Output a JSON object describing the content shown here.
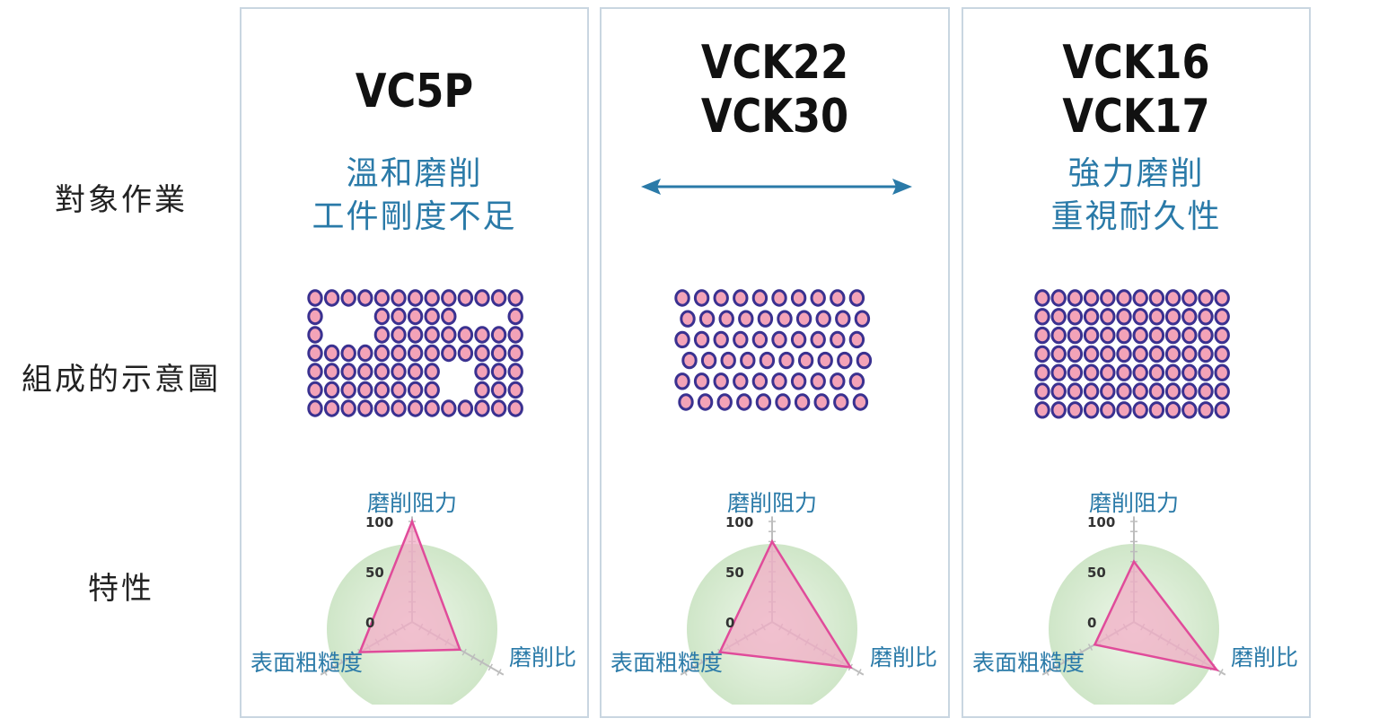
{
  "row_labels": {
    "target": "對象作業",
    "composition": "組成的示意圖",
    "properties": "特性"
  },
  "colors": {
    "usage_text": "#2a7aa8",
    "panel_border": "#c9d6e1",
    "dot_fill": "#f3a3b8",
    "dot_stroke": "#3a3190",
    "radar_bg": "#cfe6c8",
    "radar_fill": "#f2aec6",
    "radar_stroke": "#e04b9a",
    "arrow": "#2a7aa8"
  },
  "radar_axes": {
    "top": "磨削阻力",
    "right": "磨削比",
    "left": "表面粗糙度",
    "ticks": [
      "100",
      "50",
      "0"
    ]
  },
  "panels": [
    {
      "product_lines": [
        "VC5P"
      ],
      "usage_lines": [
        "溫和磨削",
        "工件剛度不足"
      ],
      "porosity": "large-pores",
      "radar_values": {
        "grinding_resistance": 100,
        "grinding_ratio": 55,
        "surface_roughness": 60
      }
    },
    {
      "product_lines": [
        "VCK22",
        "VCK30"
      ],
      "usage_lines": [],
      "arrow": "double-headed-arrow",
      "porosity": "regular-open",
      "radar_values": {
        "grinding_resistance": 80,
        "grinding_ratio": 90,
        "surface_roughness": 60
      }
    },
    {
      "product_lines": [
        "VCK16",
        "VCK17"
      ],
      "usage_lines": [
        "強力磨削",
        "重視耐久性"
      ],
      "porosity": "dense",
      "radar_values": {
        "grinding_resistance": 60,
        "grinding_ratio": 95,
        "surface_roughness": 45
      }
    }
  ]
}
